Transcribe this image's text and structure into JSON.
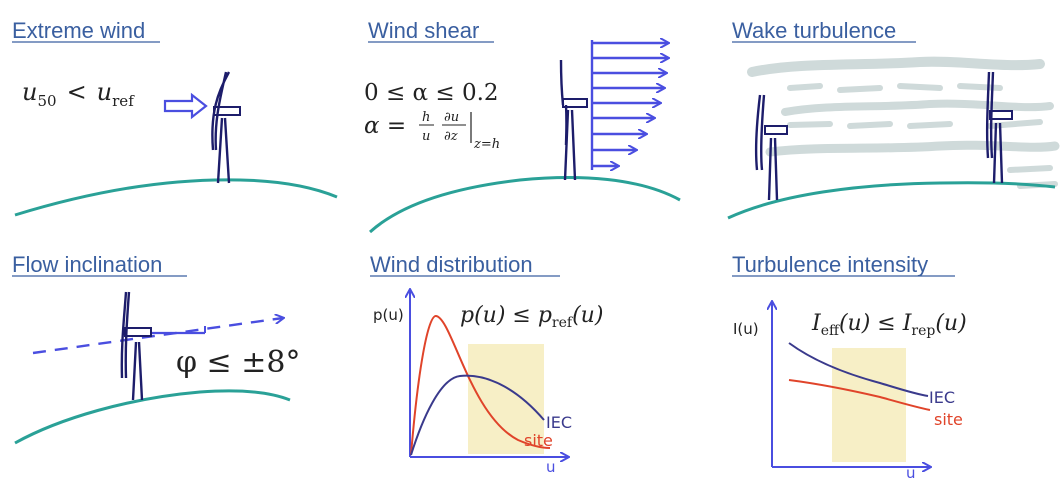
{
  "panels": {
    "extreme_wind": {
      "title": "Extreme wind",
      "formula_lhs": "u",
      "formula_lhs_sub": "50",
      "formula_op": "<",
      "formula_rhs": "u",
      "formula_rhs_sub": "ref"
    },
    "wind_shear": {
      "title": "Wind shear",
      "line1": "0 ≤ α ≤ 0.2",
      "line2_lhs": "α =",
      "line2_frac1_num": "h",
      "line2_frac1_den": "u",
      "line2_frac2_num": "∂u",
      "line2_frac2_den": "∂z",
      "line2_eval": "z=h"
    },
    "wake_turbulence": {
      "title": "Wake turbulence"
    },
    "flow_inclination": {
      "title": "Flow inclination",
      "formula": "φ ≤ ±8°"
    },
    "wind_distribution": {
      "title": "Wind distribution",
      "ylabel": "p(u)",
      "xlabel": "u",
      "formula_lhs": "p(u) ≤ p",
      "formula_sub": "ref",
      "formula_tail": "(u)",
      "label_iec": "IEC",
      "label_site": "site"
    },
    "turbulence_intensity": {
      "title": "Turbulence intensity",
      "ylabel": "I(u)",
      "xlabel": "u",
      "formula_lhs": "I",
      "formula_lhs_sub": "eff",
      "formula_mid": "(u) ≤ I",
      "formula_rhs_sub": "rep",
      "formula_tail": "(u)",
      "label_iec": "IEC",
      "label_site": "site"
    }
  },
  "colors": {
    "title": "#3a5fa0",
    "ground": "#2aa197",
    "turbine": "#1d1d6b",
    "arrow": "#4a4ee0",
    "iec_curve": "#3a3a8c",
    "site_curve": "#e0442a",
    "highlight": "#f7efc6"
  }
}
